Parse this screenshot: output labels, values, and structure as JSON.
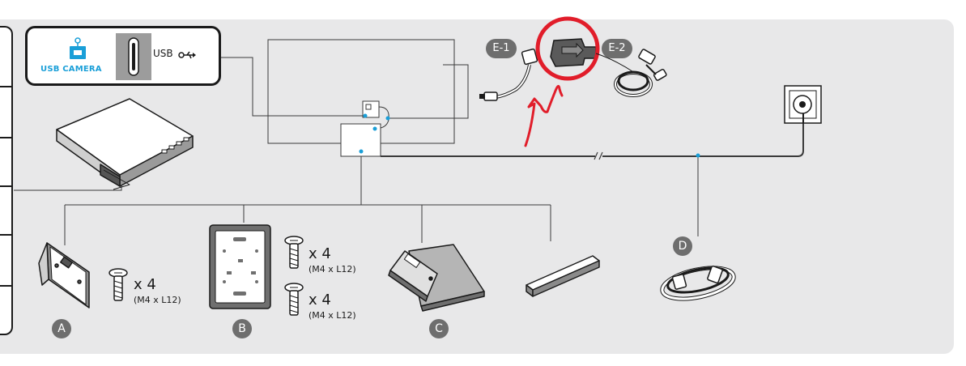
{
  "usb_panel": {
    "camera_label": "USB CAMERA",
    "port_label": "USB"
  },
  "callouts": {
    "e1": "E-1",
    "e2": "E-2",
    "a": "A",
    "b": "B",
    "c": "C",
    "d": "D"
  },
  "screws": {
    "a_qty": "x 4",
    "a_spec": "(M4 x L12)",
    "b1_qty": "x 4",
    "b1_spec": "(M4 x L12)",
    "b2_qty": "x 4",
    "b2_spec": "(M4 x L12)"
  },
  "colors": {
    "panel_bg": "#e8e8e9",
    "accent": "#1a9fd8",
    "badge": "#6e6e6e",
    "annotation": "#e11d2a"
  }
}
